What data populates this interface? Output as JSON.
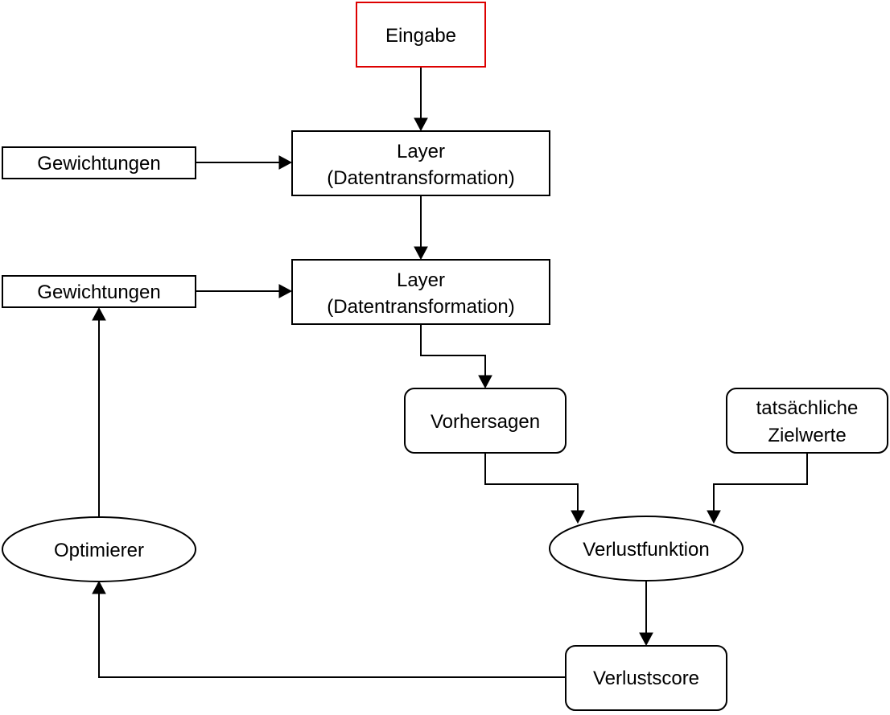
{
  "colors": {
    "stroke": "#000000",
    "accent": "#dd0000",
    "background": "#ffffff"
  },
  "nodes": {
    "eingabe": {
      "lines": [
        "Eingabe"
      ]
    },
    "gewichtungen_1": {
      "lines": [
        "Gewichtungen"
      ]
    },
    "layer_1": {
      "lines": [
        "Layer",
        "(Datentransformation)"
      ]
    },
    "gewichtungen_2": {
      "lines": [
        "Gewichtungen"
      ]
    },
    "layer_2": {
      "lines": [
        "Layer",
        "(Datentransformation)"
      ]
    },
    "vorhersagen": {
      "lines": [
        "Vorhersagen"
      ]
    },
    "zielwerte": {
      "lines": [
        "tatsächliche",
        "Zielwerte"
      ]
    },
    "optimierer": {
      "lines": [
        "Optimierer"
      ]
    },
    "verlustfunktion": {
      "lines": [
        "Verlustfunktion"
      ]
    },
    "verlustscore": {
      "lines": [
        "Verlustscore"
      ]
    }
  },
  "edges": [
    {
      "from": "eingabe",
      "to": "layer_1"
    },
    {
      "from": "gewichtungen_1",
      "to": "layer_1"
    },
    {
      "from": "layer_1",
      "to": "layer_2"
    },
    {
      "from": "gewichtungen_2",
      "to": "layer_2"
    },
    {
      "from": "layer_2",
      "to": "vorhersagen"
    },
    {
      "from": "vorhersagen",
      "to": "verlustfunktion"
    },
    {
      "from": "zielwerte",
      "to": "verlustfunktion"
    },
    {
      "from": "verlustfunktion",
      "to": "verlustscore"
    },
    {
      "from": "verlustscore",
      "to": "optimierer"
    },
    {
      "from": "optimierer",
      "to": "gewichtungen_2"
    }
  ]
}
